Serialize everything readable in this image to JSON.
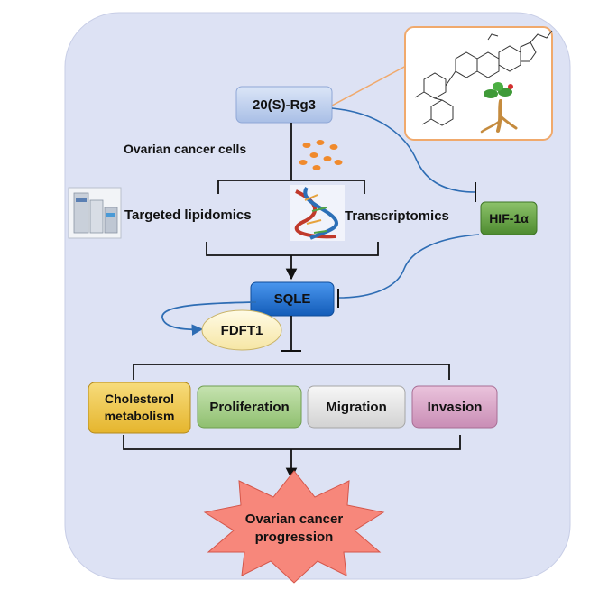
{
  "compound": {
    "label": "20(S)-Rg3"
  },
  "cells": {
    "label": "Ovarian cancer cells"
  },
  "methods": {
    "lipidomics": "Targeted lipidomics",
    "transcriptomics": "Transcriptomics"
  },
  "targets": {
    "hif": "HIF-1α",
    "sqle": "SQLE",
    "fdft1": "FDFT1"
  },
  "processes": [
    {
      "line1": "Cholesterol",
      "line2": "metabolism"
    },
    {
      "line1": "Proliferation"
    },
    {
      "line1": "Migration"
    },
    {
      "line1": "Invasion"
    }
  ],
  "outcome": {
    "line1": "Ovarian cancer",
    "line2": "progression"
  },
  "colors": {
    "background": "#dde2f4",
    "compound_box": "#c5d3ef",
    "hif_box": "#6aa84f",
    "sqle_box": "#1f73d6",
    "fdft1_ellipse": "#fdf5c9",
    "cholesterol_box": "#f2c94c",
    "proliferation_box": "#a9d18e",
    "migration_box": "#e7e7e7",
    "invasion_box": "#d9a7c9",
    "outcome_star": "#f7877b",
    "inhibition_line": "#2e6db4"
  }
}
